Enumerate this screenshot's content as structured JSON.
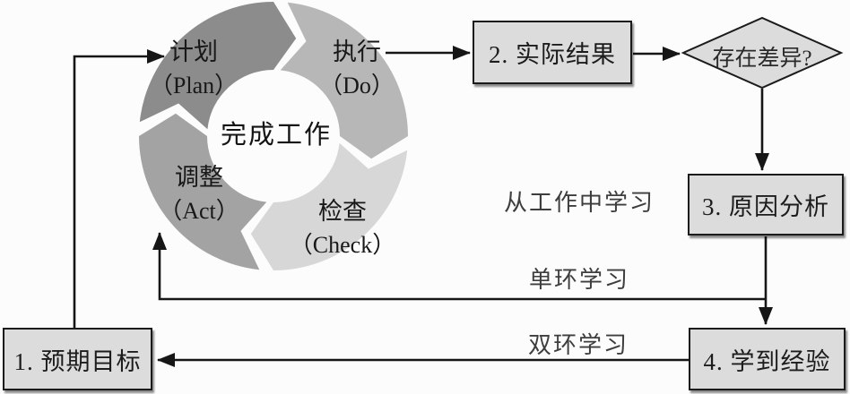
{
  "page": {
    "background": "#fcfcfc"
  },
  "diagram": {
    "cycle": {
      "center_label": "完成工作",
      "segments": [
        {
          "id": "plan",
          "zh": "计划",
          "en": "（Plan）",
          "color": "#8c8c8c"
        },
        {
          "id": "do",
          "zh": "执行",
          "en": "（Do）",
          "color": "#b7b7b7"
        },
        {
          "id": "check",
          "zh": "检查",
          "en": "（Check）",
          "color": "#d7d7d7"
        },
        {
          "id": "act",
          "zh": "调整",
          "en": "（Act）",
          "color": "#a3a3a3"
        }
      ]
    },
    "nodes": {
      "box1": "1. 预期目标",
      "box2": "2. 实际结果",
      "box3": "3. 原因分析",
      "box4": "4. 学到经验",
      "diamond": "存在差异?"
    },
    "annotations": {
      "learn_from_work": "从工作中学习",
      "single_loop": "单环学习",
      "double_loop": "双环学习"
    },
    "colors": {
      "node_fill": "#dcdcdc",
      "node_border": "#1b1b1b",
      "line": "#161616"
    }
  }
}
